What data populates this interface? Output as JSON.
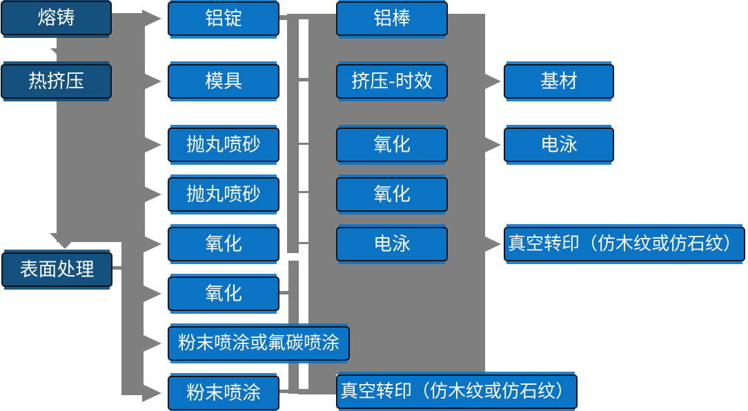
{
  "diagram": {
    "columns": [
      {
        "name": "primary-process-stages",
        "boxes": [
          {
            "label": "熔铸"
          },
          {
            "label": "热挤压"
          },
          {
            "label": "表面处理"
          }
        ]
      },
      {
        "name": "stage-two-steps",
        "boxes": [
          {
            "label": "铝锭"
          },
          {
            "label": "模具"
          },
          {
            "label": "抛丸喷砂"
          },
          {
            "label": "抛丸喷砂"
          },
          {
            "label": "氧化"
          },
          {
            "label": "氧化"
          },
          {
            "label": "粉末喷涂或氟碳喷涂"
          },
          {
            "label": "粉末喷涂"
          }
        ]
      },
      {
        "name": "stage-three-steps",
        "boxes": [
          {
            "label": "铝棒"
          },
          {
            "label": "挤压-时效"
          },
          {
            "label": "氧化"
          },
          {
            "label": "氧化"
          },
          {
            "label": "电泳"
          },
          {
            "label": "真空转印（仿木纹或仿石纹）"
          }
        ]
      },
      {
        "name": "stage-four-outputs",
        "boxes": [
          {
            "label": "基材"
          },
          {
            "label": "电泳"
          },
          {
            "label": "真空转印（仿木纹或仿石纹）"
          }
        ]
      }
    ],
    "colors": {
      "node_dark_blue": "#14517e",
      "node_blue": "#0b73c3",
      "connector_gray": "#7f7f7f",
      "node_border": "#0e141b",
      "text": "#ffffff"
    }
  }
}
